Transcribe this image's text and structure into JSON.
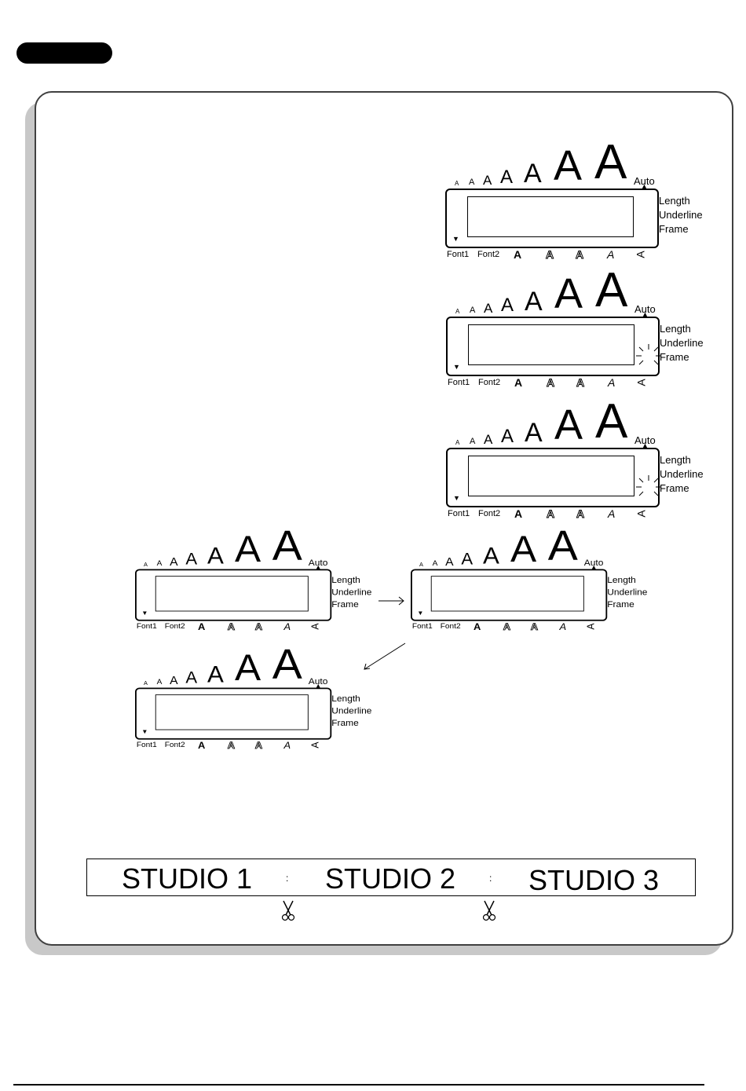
{
  "lcd": {
    "size_glyph": "A",
    "auto_label": "Auto",
    "side_labels": [
      "Length",
      "Underline",
      "Frame"
    ],
    "font_labels": [
      "Font1",
      "Font2"
    ],
    "style_glyphs": [
      "A",
      "A",
      "A",
      "A",
      "A"
    ],
    "up_indicator": "▲",
    "down_indicator": "▼"
  },
  "label_strip": {
    "texts": [
      "STUDIO 1",
      "STUDIO 2",
      "STUDIO 3"
    ],
    "separator": ":"
  },
  "icons": {
    "cut_mark": "scissors-icon",
    "arrow": "arrow-icon",
    "blinking_cursor": "cursor-icon"
  }
}
